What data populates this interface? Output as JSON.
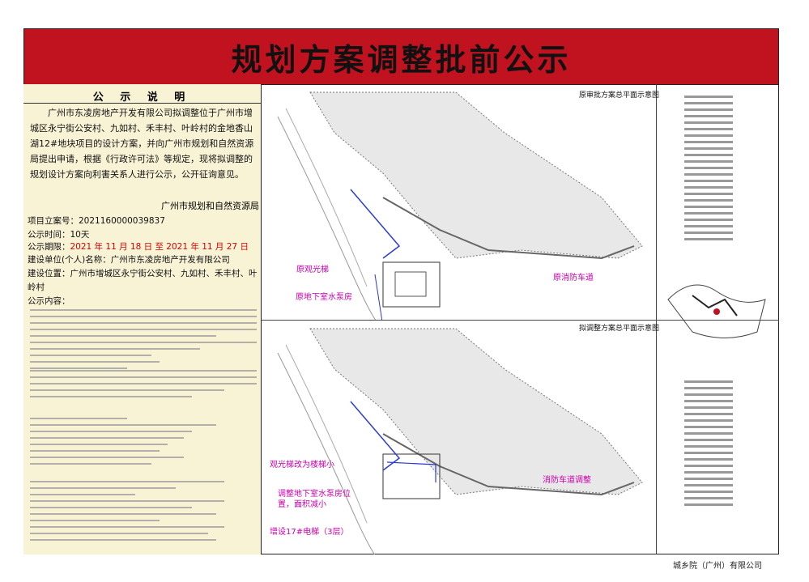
{
  "header": {
    "title": "规划方案调整批前公示"
  },
  "notice": {
    "heading": "公  示  说  明",
    "body": "广州市东凌房地产开发有限公司拟调整位于广州市增城区永宁街公安村、九如村、禾丰村、叶岭村的金地香山湖12#地块项目的设计方案，并向广州市规划和自然资源局提出申请，根据《行政许可法》等规定，现将拟调整的规划设计方案向利害关系人进行公示，公开征询意见。",
    "signature": "广州市规划和自然资源局"
  },
  "info": {
    "project_no": "项目立案号：2021160000039837",
    "duration": "公示时间：10天",
    "period_label": "公示期限：",
    "period_value": "2021 年 11 月 18 日 至 2021 年 11 月 27 日",
    "applicant": "建设单位(个人)名称：广州市东凌房地产开发有限公司",
    "location_1": "建设位置：广州市增城区永宁街公安村、九如村、禾丰村、叶",
    "location_2": "岭村",
    "content_label": "公示内容："
  },
  "maps": {
    "upper_caption": "原审批方案总平面示意图",
    "lower_caption": "拟调整方案总平面示意图",
    "company": "城乡院（广州）有限公司"
  },
  "annotations": {
    "upper": [
      "原观光梯",
      "原地下室水泵房",
      "原消防车道"
    ],
    "lower": [
      "观光梯改为楼梯小",
      "调整地下室水泵房位置，面积减小",
      "增设17#电梯（3层）",
      "消防车道调整"
    ]
  },
  "colors": {
    "title_bg": "#c1121f",
    "panel_bg": "#f9f3d6",
    "annotation": "#cc00aa",
    "period": "#d40000"
  }
}
